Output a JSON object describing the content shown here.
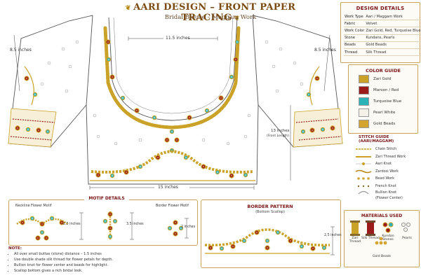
{
  "header": {
    "title": "AARI DESIGN – FRONT PAPER TRACING",
    "subtitle": "Bridal Blouse – Maggam Work"
  },
  "dimensions": {
    "shoulder_width": "11.5 inches",
    "sleeve_left": "8.5 inches",
    "sleeve_right": "8.5 inches",
    "front_length": "13 inches",
    "front_length_note": "(Front Length)",
    "waist_width": "15 inches"
  },
  "design_details": {
    "heading": "DESIGN DETAILS",
    "rows": [
      {
        "key": "Work Type",
        "value": "Aari / Maggam Work"
      },
      {
        "key": "Fabric",
        "value": "Velvet"
      },
      {
        "key": "Work Color",
        "value": "Zari Gold, Red, Turquoise Blue"
      },
      {
        "key": "Stone",
        "value": "Kundans, Pearls"
      },
      {
        "key": "Beads",
        "value": "Gold Beads"
      },
      {
        "key": "Thread",
        "value": "Silk Thread"
      }
    ]
  },
  "color_guide": {
    "heading": "COLOR GUIDE",
    "items": [
      {
        "label": "Zari Gold",
        "color": "#c9a227"
      },
      {
        "label": "Maroon / Red",
        "color": "#9b1b1b"
      },
      {
        "label": "Turquoise Blue",
        "color": "#2bb3b8"
      },
      {
        "label": "Pearl White",
        "color": "#f4f1e8"
      },
      {
        "label": "Gold Beads",
        "color": "#d4a431"
      }
    ]
  },
  "stitch_guide": {
    "heading": "STITCH GUIDE (AARI/MAGGAM)",
    "items": [
      {
        "label": "Chain Stitch",
        "icon": "chain-stitch-icon"
      },
      {
        "label": "Zari Thread Work",
        "icon": "zari-thread-icon"
      },
      {
        "label": "Aari Knot",
        "icon": "aari-knot-icon"
      },
      {
        "label": "Zardosi Work",
        "icon": "zardosi-icon"
      },
      {
        "label": "Bead Work",
        "icon": "bead-work-icon"
      },
      {
        "label": "French Knot",
        "icon": "french-knot-icon"
      },
      {
        "label": "Bullion Knot",
        "icon": "bullion-knot-icon"
      },
      {
        "label": "(Flower Center)",
        "icon": ""
      }
    ]
  },
  "materials": {
    "heading": "MATERIALS USED",
    "items": [
      {
        "label": "Zari Thread",
        "icon": "zari-thread-spool-icon"
      },
      {
        "label": "Silk Thread",
        "icon": "silk-thread-spool-icon"
      },
      {
        "label": "Kundan Stones",
        "icon": "kundan-stones-icon"
      },
      {
        "label": "Pearls",
        "icon": "pearls-icon"
      },
      {
        "label": "Gold Beads",
        "icon": "gold-beads-icon"
      }
    ]
  },
  "motif_details": {
    "heading": "MOTIF DETAILS",
    "neckline_label": "Neckline Flower Motif",
    "neckline_height": "2.5 inches",
    "center_height": "3.5 inches",
    "border_label": "Border Flower Motif",
    "border_height": "2 inches"
  },
  "border_pattern": {
    "heading": "BORDER PATTERN",
    "subheading": "(Bottom Scallop)",
    "height": "2.5 inches"
  },
  "notes": {
    "heading": "NOTE:",
    "items": [
      "All over small buttas (stone) distance – 1.5 inches",
      "Use double shade silk thread for flower petals for depth.",
      "Bullion knot for flower center and beads for highlight.",
      "Scallop bottom gives a rich bridal look."
    ]
  }
}
